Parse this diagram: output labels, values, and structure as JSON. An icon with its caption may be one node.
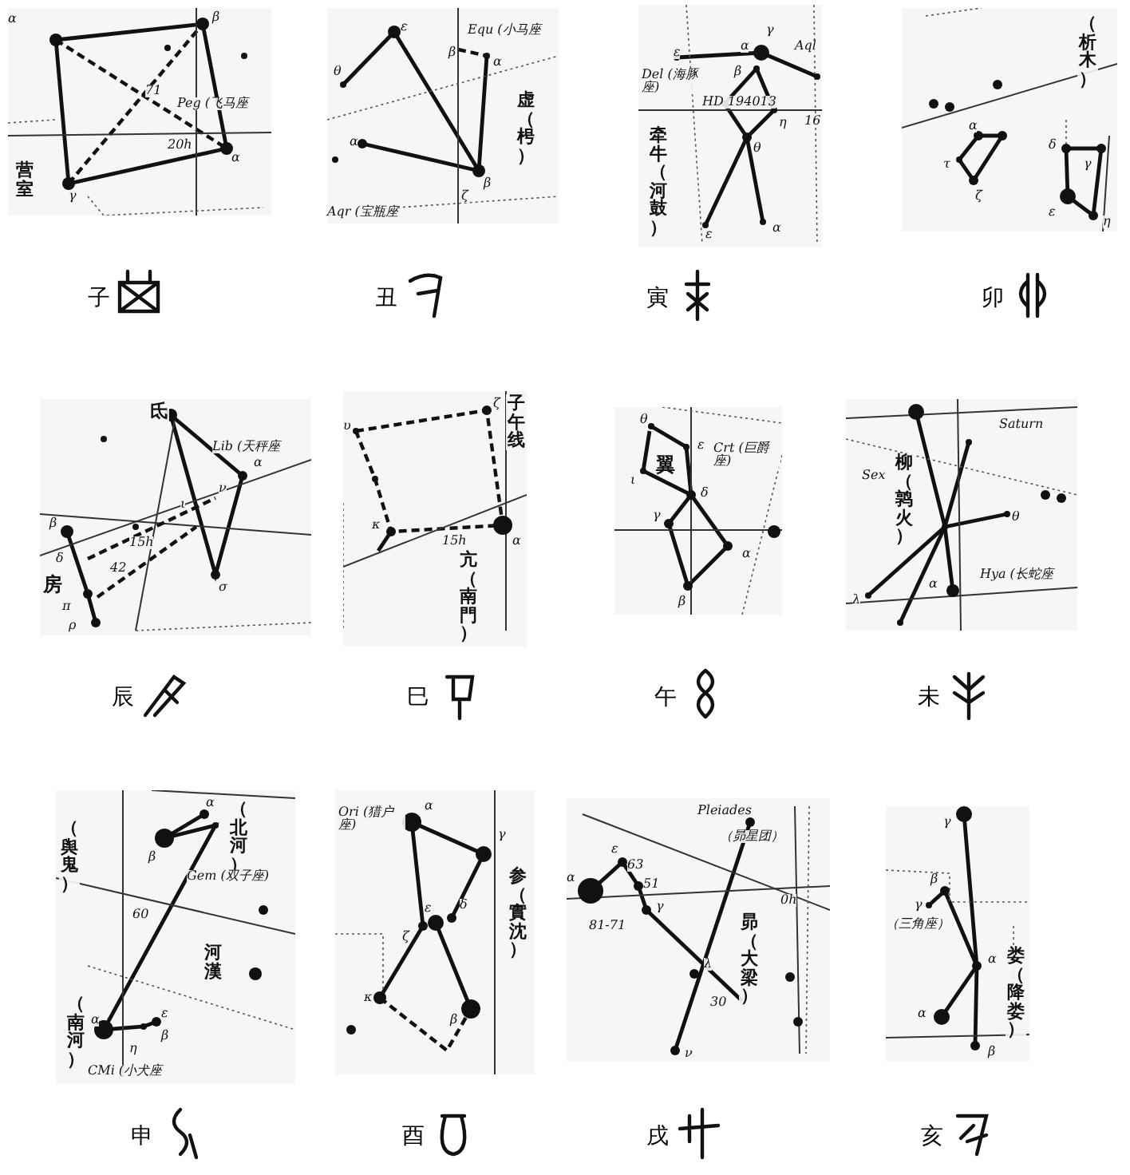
{
  "diagram": {
    "nodes": [
      {
        "text": [
          "α",
          "β",
          "71",
          "Peg (飞马座",
          "20h",
          "α",
          "营室",
          "γ"
        ],
        "beside": [
          "子"
        ]
      },
      {
        "text": [
          "ε",
          "θ",
          "Equ (小马座",
          "β",
          "α",
          "虚（枵）",
          "α",
          "β",
          "ζ",
          "Aqr (宝瓶座"
        ],
        "beside": [
          "丑"
        ]
      },
      {
        "text": [
          "γ",
          "ε",
          "α",
          "Aql",
          "Del (海豚座)",
          "β",
          "HD 194013",
          "η",
          "16",
          "θ",
          "牵牛（河鼓）",
          "ε",
          "α"
        ],
        "beside": [
          "寅"
        ]
      },
      {
        "text": [
          "（析木）",
          "α",
          "τ",
          "ζ",
          "δ",
          "γ",
          "ε",
          "η"
        ],
        "beside": [
          "卯"
        ]
      },
      {
        "text": [
          "氐",
          "Lib (天秤座",
          "α",
          "ν",
          "ι",
          "β",
          "15h",
          "δ",
          "42",
          "房",
          "π",
          "ρ",
          "σ"
        ],
        "beside": [
          "辰"
        ]
      },
      {
        "text": [
          "υ",
          "ζ",
          "子午线",
          "κ",
          "15h",
          "α",
          "亢（南門）"
        ],
        "beside": [
          "巳"
        ]
      },
      {
        "text": [
          "θ",
          "ε",
          "Crt (巨爵座)",
          "翼",
          "ι",
          "δ",
          "γ",
          "α",
          "β"
        ],
        "beside": [
          "午"
        ]
      },
      {
        "text": [
          "Saturn",
          "Sex",
          "柳（鹑火）",
          "θ",
          "λ",
          "α",
          "Hya (长蛇座"
        ],
        "beside": [
          "未"
        ]
      },
      {
        "text": [
          "（舆鬼）",
          "（北河）",
          "α",
          "β",
          "Gem (双子座)",
          "60",
          "河漢",
          "（南河）",
          "α",
          "ε",
          "β",
          "η",
          "CMi (小犬座"
        ],
        "beside": [
          "申"
        ]
      },
      {
        "text": [
          "Ori (猎户座)",
          "α",
          "γ",
          "参（實沈）",
          "ε",
          "δ",
          "ζ",
          "κ",
          "β"
        ],
        "beside": [
          "酉"
        ]
      },
      {
        "text": [
          "Pleiades",
          "（昴星团）",
          "ε",
          "63",
          "51",
          "α",
          "γ",
          "81-71",
          "λ",
          "30",
          "昴（大梁）",
          "0h",
          "ν"
        ],
        "beside": [
          "戌"
        ]
      },
      {
        "text": [
          "γ",
          "β",
          "γ",
          "（三角座）",
          "α",
          "娄（降娄）",
          "α",
          "β"
        ],
        "beside": [
          "亥"
        ]
      }
    ]
  }
}
